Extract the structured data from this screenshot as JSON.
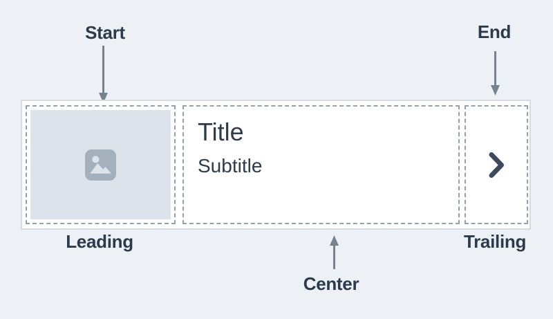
{
  "annotations": {
    "start": "Start",
    "end": "End",
    "leading": "Leading",
    "center": "Center",
    "trailing": "Trailing"
  },
  "list_item": {
    "title": "Title",
    "subtitle": "Subtitle",
    "leading_icon": "image-icon",
    "trailing_icon": "chevron-right-icon"
  },
  "colors": {
    "background": "#edf1f5",
    "container_fill": "#ffffff",
    "container_border": "#d7dce2",
    "slot_dashed_border": "#93a0ae",
    "thumbnail_fill": "#dde3ea",
    "thumbnail_icon": "#a4b0bc",
    "text": "#2d3b4d",
    "label_text": "#2c3a4c",
    "arrow": "#76828e"
  }
}
